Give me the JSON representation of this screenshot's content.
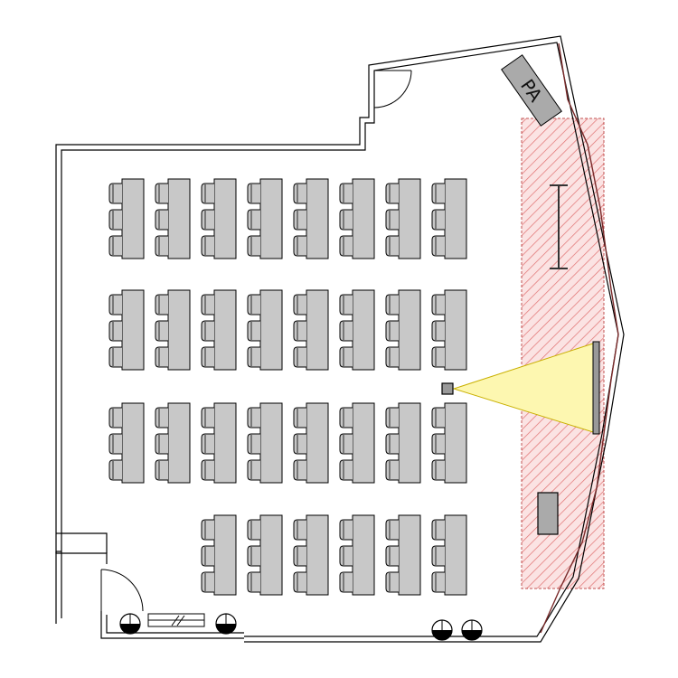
{
  "labels": {
    "pa": "PA"
  },
  "colors": {
    "wall": "#000000",
    "desk": "#c8c8c8",
    "chair": "#c8c8c8",
    "stage_hatch": "#e07070",
    "stage_tint": "#fbe3e3",
    "projection_fill": "#fdf7b0",
    "projection_stroke": "#c9b000"
  },
  "icons": {
    "desk": "desk-with-chairs-icon",
    "projector": "projector-icon",
    "screen": "projection-screen-icon",
    "light": "ceiling-light-icon",
    "door": "door-swing-icon"
  },
  "layout": {
    "seating_rows": [
      {
        "groups": 8,
        "chairs_per_group": 3
      },
      {
        "groups": 8,
        "chairs_per_group": 3
      },
      {
        "groups": 8,
        "chairs_per_group": 3
      },
      {
        "groups": 6,
        "chairs_per_group": 3
      }
    ],
    "light_fixtures": 4,
    "doors": 2
  }
}
